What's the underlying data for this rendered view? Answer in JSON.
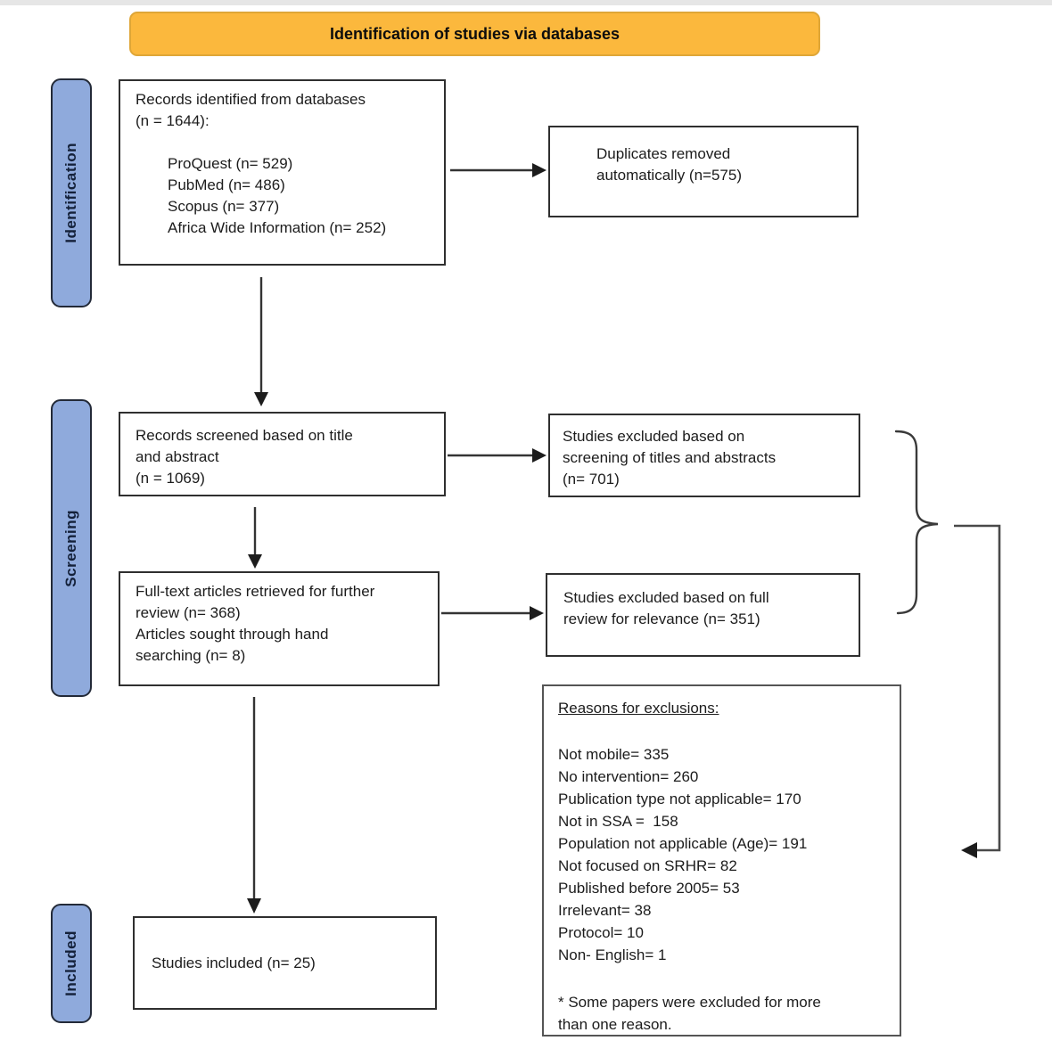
{
  "banner": {
    "title": "Identification of studies via databases"
  },
  "stages": {
    "identification": "Identification",
    "screening": "Screening",
    "included": "Included"
  },
  "boxes": {
    "records": {
      "lines": [
        "Records identified from databases",
        "(n = 1644):"
      ],
      "sources": [
        "ProQuest (n= 529)",
        "PubMed (n= 486)",
        "Scopus (n= 377)",
        "Africa Wide Information (n= 252)"
      ]
    },
    "duplicates": {
      "lines": [
        "Duplicates removed",
        "automatically (n=575)"
      ]
    },
    "screened": {
      "lines": [
        "Records screened based on title",
        "and abstract",
        "(n = 1069)"
      ]
    },
    "excluded_screening": {
      "lines": [
        "Studies excluded based on",
        "screening of titles and abstracts",
        "(n= 701)"
      ]
    },
    "fulltext": {
      "lines": [
        "Full-text articles retrieved for further",
        "review (n= 368)",
        "Articles sought through hand",
        "searching (n= 8)"
      ]
    },
    "excluded_full": {
      "lines": [
        "Studies excluded based on full",
        "review for relevance (n= 351)"
      ]
    },
    "reasons": {
      "heading": "Reasons for exclusions:",
      "items": [
        "Not mobile= 335",
        "No intervention= 260",
        "Publication type not applicable= 170",
        "Not in SSA =  158",
        "Population not applicable (Age)= 191",
        "Not focused on SRHR= 82",
        "Published before 2005= 53",
        "Irrelevant= 38",
        "Protocol= 10",
        "Non- English= 1"
      ],
      "footnote_lines": [
        "* Some papers were excluded for more",
        "than one reason."
      ]
    },
    "included": {
      "text": "Studies included (n= 25)"
    }
  },
  "colors": {
    "banner_fill": "#fbb83d",
    "banner_border": "#dfa637",
    "stage_fill": "#8faadc",
    "stage_border": "#232a38",
    "box_border": "#2f2f2f",
    "line": "#333333"
  }
}
